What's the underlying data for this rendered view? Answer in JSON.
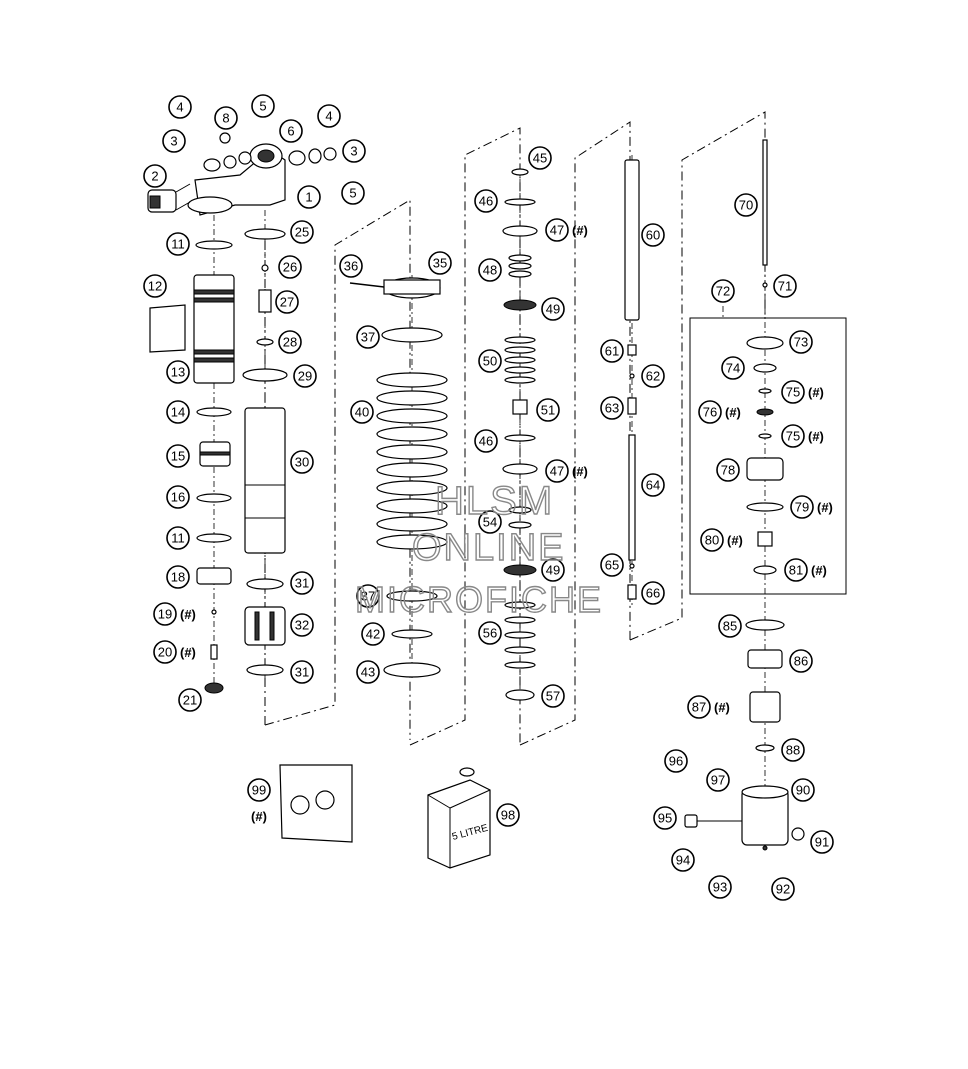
{
  "watermark": [
    "HLSM",
    "ONLINE",
    "MICROFICHE"
  ],
  "hash_mark": "(#)",
  "can_label": "5 LITRE",
  "parts": {
    "p1": "1",
    "p2": "2",
    "p3a": "3",
    "p3b": "3",
    "p4a": "4",
    "p4b": "4",
    "p5a": "5",
    "p5b": "5",
    "p6": "6",
    "p8": "8",
    "p11a": "11",
    "p11b": "11",
    "p12": "12",
    "p13": "13",
    "p14": "14",
    "p15": "15",
    "p16": "16",
    "p18": "18",
    "p19": "19",
    "p20": "20",
    "p21": "21",
    "p25": "25",
    "p26": "26",
    "p27": "27",
    "p28": "28",
    "p29": "29",
    "p30": "30",
    "p31a": "31",
    "p31b": "31",
    "p32": "32",
    "p35": "35",
    "p36": "36",
    "p37a": "37",
    "p37b": "37",
    "p40": "40",
    "p42": "42",
    "p43": "43",
    "p45": "45",
    "p46a": "46",
    "p46b": "46",
    "p47a": "47",
    "p47b": "47",
    "p48": "48",
    "p49a": "49",
    "p49b": "49",
    "p50": "50",
    "p51": "51",
    "p54": "54",
    "p56": "56",
    "p57": "57",
    "p60": "60",
    "p61": "61",
    "p62": "62",
    "p63": "63",
    "p64": "64",
    "p65": "65",
    "p66": "66",
    "p70": "70",
    "p71": "71",
    "p72": "72",
    "p73": "73",
    "p74": "74",
    "p75a": "75",
    "p75b": "75",
    "p76": "76",
    "p78": "78",
    "p79": "79",
    "p80": "80",
    "p81": "81",
    "p85": "85",
    "p86": "86",
    "p87": "87",
    "p88": "88",
    "p90": "90",
    "p91": "91",
    "p92": "92",
    "p93": "93",
    "p94": "94",
    "p95": "95",
    "p96": "96",
    "p97": "97",
    "p98": "98",
    "p99": "99"
  }
}
